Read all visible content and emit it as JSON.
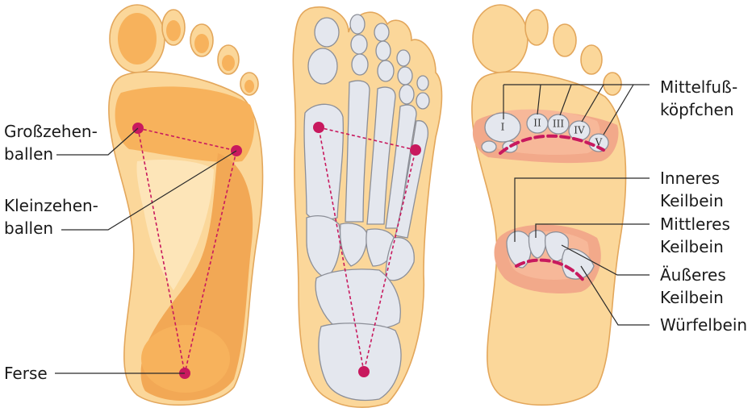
{
  "labels": {
    "grosszehenballen_1": "Großzehen-",
    "grosszehenballen_2": "ballen",
    "kleinzehenballen_1": "Kleinzehen-",
    "kleinzehenballen_2": "ballen",
    "ferse": "Ferse",
    "mittelfuss_1": "Mittelfuß-",
    "mittelfuss_2": "köpfchen",
    "inneres_1": "Inneres",
    "inneres_2": "Keilbein",
    "mittleres_1": "Mittleres",
    "mittleres_2": "Keilbein",
    "aeusseres_1": "Äußeres",
    "aeusseres_2": "Keilbein",
    "wuerfelbein": "Würfelbein"
  },
  "metatarsal_numerals": [
    "I",
    "II",
    "III",
    "IV",
    "V"
  ],
  "colors": {
    "skin": "#fbd79a",
    "pad": "#f7b25c",
    "bone": "#e4e7ee",
    "accent": "#c8195e",
    "salmon": "#f2a98a"
  }
}
